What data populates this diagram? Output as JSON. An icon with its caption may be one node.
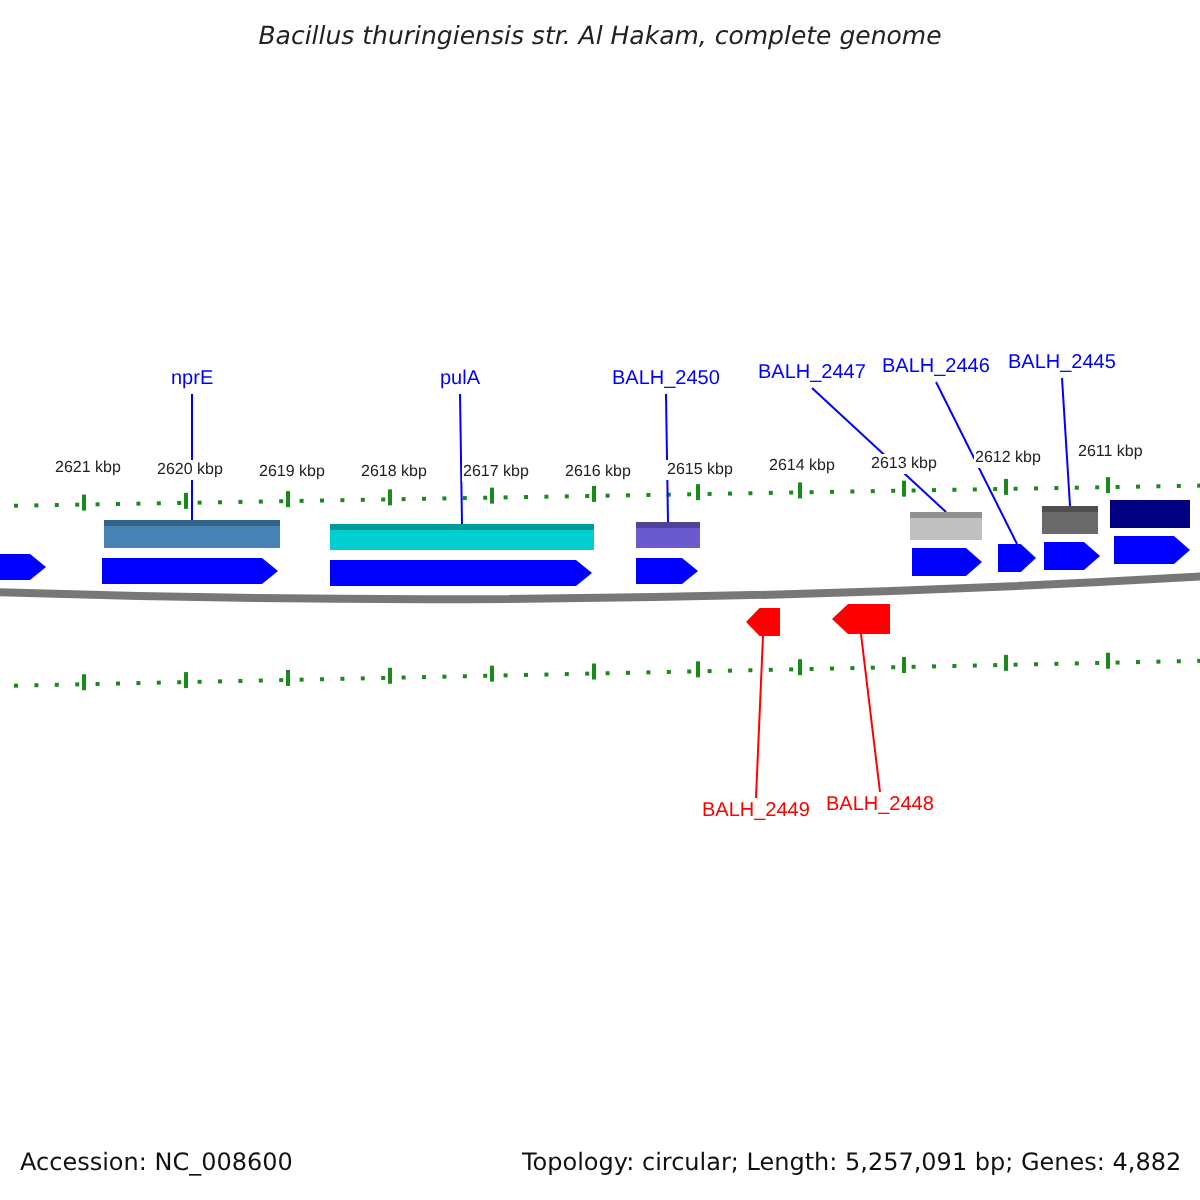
{
  "diagram": {
    "title": "Bacillus thuringiensis str. Al Hakam, complete genome",
    "nodes": [
      {
        "text": [
          "nprE"
        ]
      },
      {
        "text": [],
        "shape": "bar"
      },
      {
        "text": [
          "pulA"
        ]
      },
      {
        "text": [],
        "shape": "bar"
      },
      {
        "text": [
          "BALH_2450"
        ]
      },
      {
        "text": [],
        "shape": "bar"
      },
      {
        "text": [
          "BALH_2447"
        ]
      },
      {
        "text": [],
        "shape": "bar"
      },
      {
        "text": [
          "BALH_2446"
        ]
      },
      {
        "text": [],
        "shape": "pentagon"
      },
      {
        "text": [
          "BALH_2445"
        ]
      },
      {
        "text": [],
        "shape": "bar"
      },
      {
        "text": [
          "BALH_2449"
        ]
      },
      {
        "text": [],
        "shape": "pentagon"
      },
      {
        "text": [
          "BALH_2448"
        ]
      },
      {
        "text": [],
        "shape": "pentagon"
      }
    ],
    "edges": [
      {
        "from": 0,
        "to": 1,
        "arrow": "none"
      },
      {
        "from": 2,
        "to": 3,
        "arrow": "none"
      },
      {
        "from": 4,
        "to": 5,
        "arrow": "none"
      },
      {
        "from": 6,
        "to": 7,
        "arrow": "none"
      },
      {
        "from": 8,
        "to": 9,
        "arrow": "none"
      },
      {
        "from": 10,
        "to": 11,
        "arrow": "none"
      },
      {
        "from": 12,
        "to": 13,
        "arrow": "none",
        "color": "#ff0000"
      },
      {
        "from": 14,
        "to": 15,
        "arrow": "none",
        "color": "#ff0000"
      }
    ],
    "labels": [
      "2621 kbp",
      "2620 kbp",
      "2619 kbp",
      "2618 kbp",
      "2617 kbp",
      "2616 kbp",
      "2615 kbp",
      "2614 kbp",
      "2613 kbp",
      "2612 kbp",
      "2611 kbp",
      "Accession: NC_008600",
      "Topology: circular; Length: 5,257,091 bp; Genes: 4,882"
    ]
  }
}
